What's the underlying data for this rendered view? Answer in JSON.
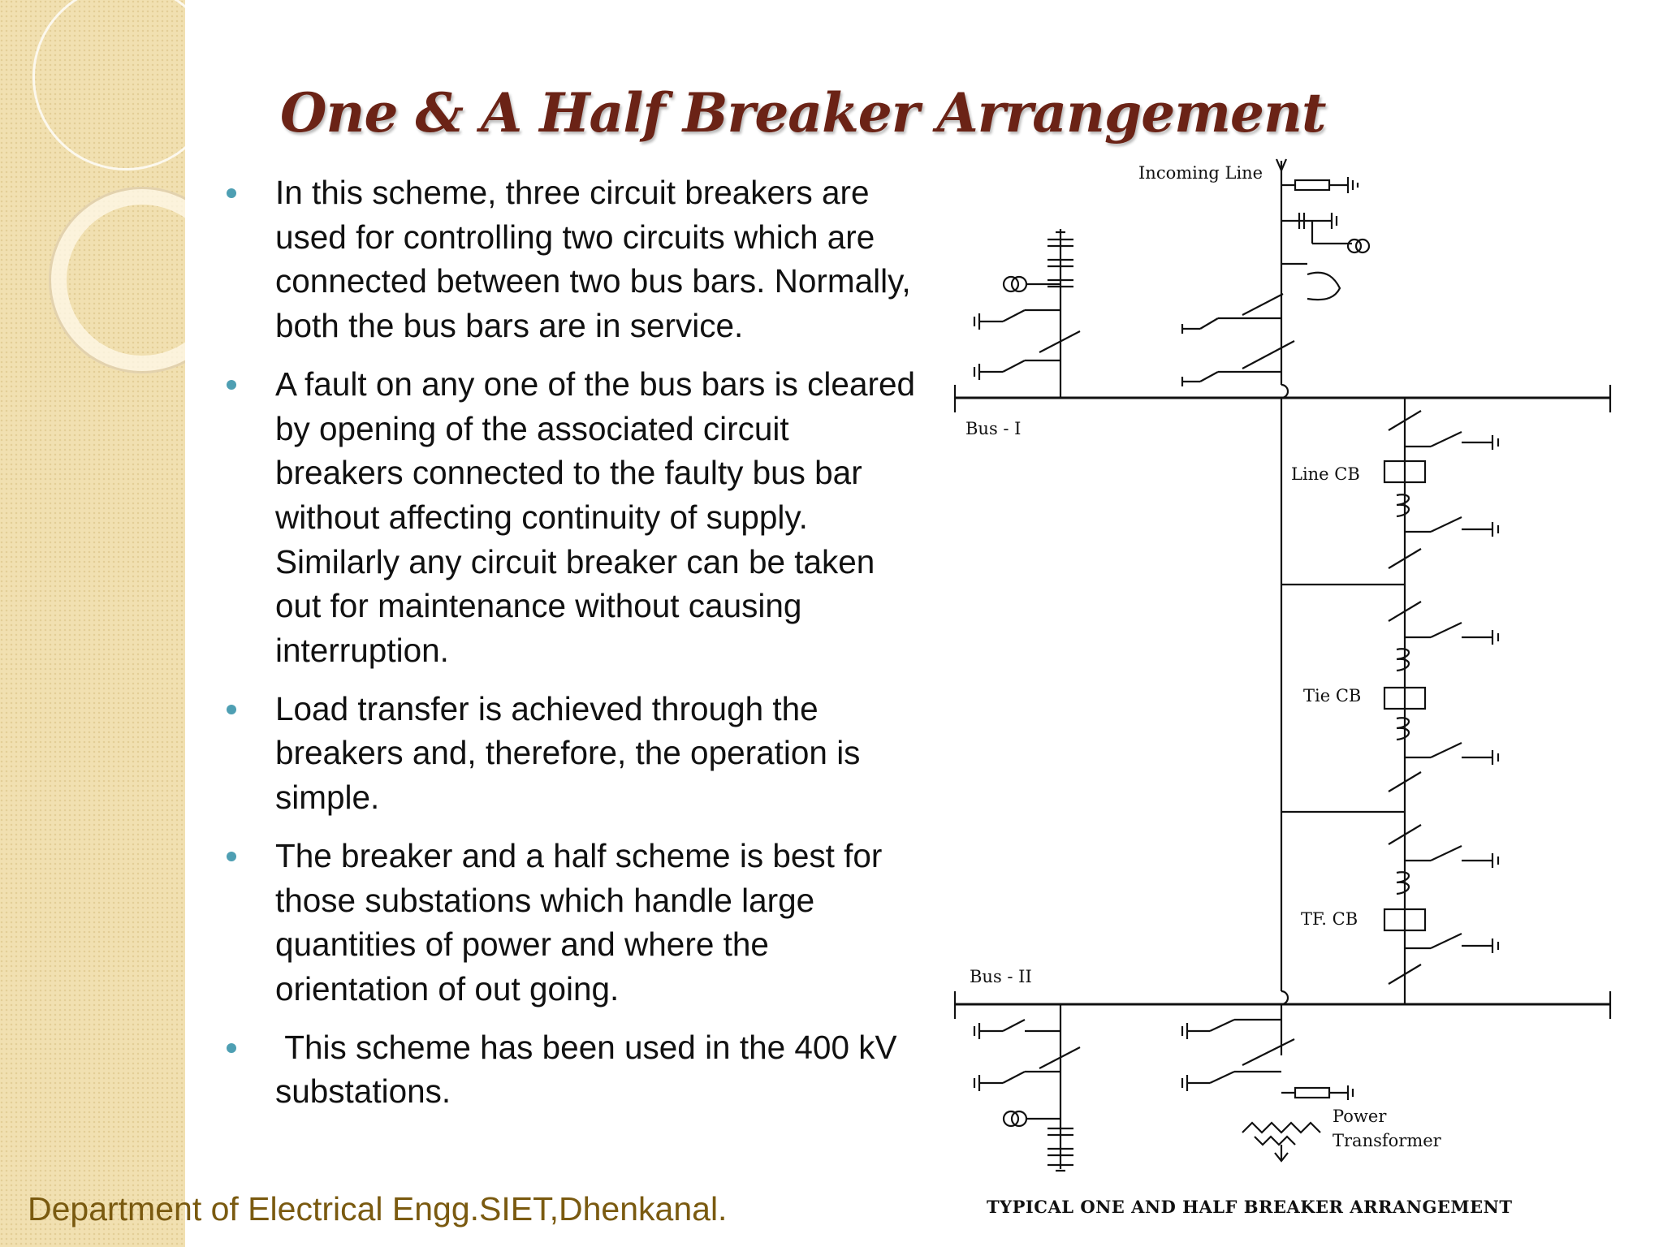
{
  "slide": {
    "title": "One & A Half Breaker Arrangement",
    "bullets": [
      "In this scheme, three circuit breakers are used for controlling two circuits which are connected between two bus bars. Normally, both the bus bars are in service.",
      "A fault on any one of the bus bars is cleared by opening of the associated circuit breakers connected to the faulty bus bar without affecting continuity of supply. Similarly any circuit breaker can be taken out for maintenance without causing interruption.",
      "Load transfer is achieved through the breakers and, therefore, the operation is simple.",
      "The breaker and a half scheme is best for those substations which handle large quantities of power and where the orientation of out going.",
      " This scheme has been used in the 400 kV substations."
    ],
    "footer": "Department of Electrical Engg.SIET,Dhenkanal."
  },
  "diagram": {
    "labels": {
      "incoming_line": "Incoming Line",
      "bus_1": "Bus - I",
      "bus_2": "Bus - II",
      "line_cb": "Line CB",
      "tie_cb": "Tie CB",
      "tf_cb": "TF. CB",
      "power_transformer_1": "Power",
      "power_transformer_2": "Transformer"
    },
    "caption": "TYPICAL ONE AND HALF BREAKER ARRANGEMENT"
  },
  "colors": {
    "title": "#6b2316",
    "bullet_dot": "#4e9fb3",
    "footer_text": "#7a5a10",
    "side_strip": "#f1e0b1"
  }
}
